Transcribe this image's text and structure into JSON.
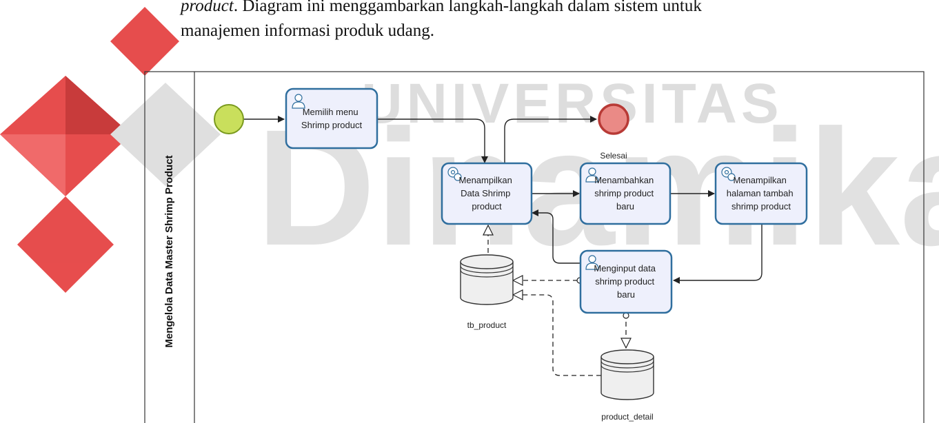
{
  "intro": {
    "line1_em": "product",
    "line1_rest": ". Diagram ini menggambarkan langkah-langkah dalam sistem untuk",
    "line2": "manajemen informasi produk udang."
  },
  "watermark": {
    "top_text": "UNIVERSITAS",
    "big_text": "Dinamika"
  },
  "pool": {
    "title": "Mengelola Data Master Shrimp Product"
  },
  "tasks": [
    {
      "id": "t1",
      "kind": "user",
      "lines": [
        "Memilih menu",
        "Shrimp product"
      ]
    },
    {
      "id": "t2",
      "kind": "service",
      "lines": [
        "Menampilkan",
        "Data Shrimp",
        "product"
      ]
    },
    {
      "id": "t3",
      "kind": "user",
      "lines": [
        "Menambahkan",
        "shrimp product",
        "baru"
      ]
    },
    {
      "id": "t4",
      "kind": "service",
      "lines": [
        "Menampilkan",
        "halaman tambah",
        "shrimp product"
      ]
    },
    {
      "id": "t5",
      "kind": "user",
      "lines": [
        "Menginput data",
        "shrimp product",
        "baru"
      ]
    }
  ],
  "events": {
    "end_label": "Selesai"
  },
  "datastores": [
    {
      "id": "tb_product",
      "label": "tb_product"
    },
    {
      "id": "product_detail",
      "label": "product_detail"
    }
  ],
  "colors": {
    "task_fill": "#eef0fc",
    "task_stroke": "#2f6e9e",
    "start_fill": "#c9df5c",
    "start_stroke": "#7a9a1e",
    "end_fill": "#ea8a86",
    "end_stroke": "#b83a36",
    "watermark_red": "#dd2a2a",
    "watermark_grey": "#d4d4d4"
  }
}
